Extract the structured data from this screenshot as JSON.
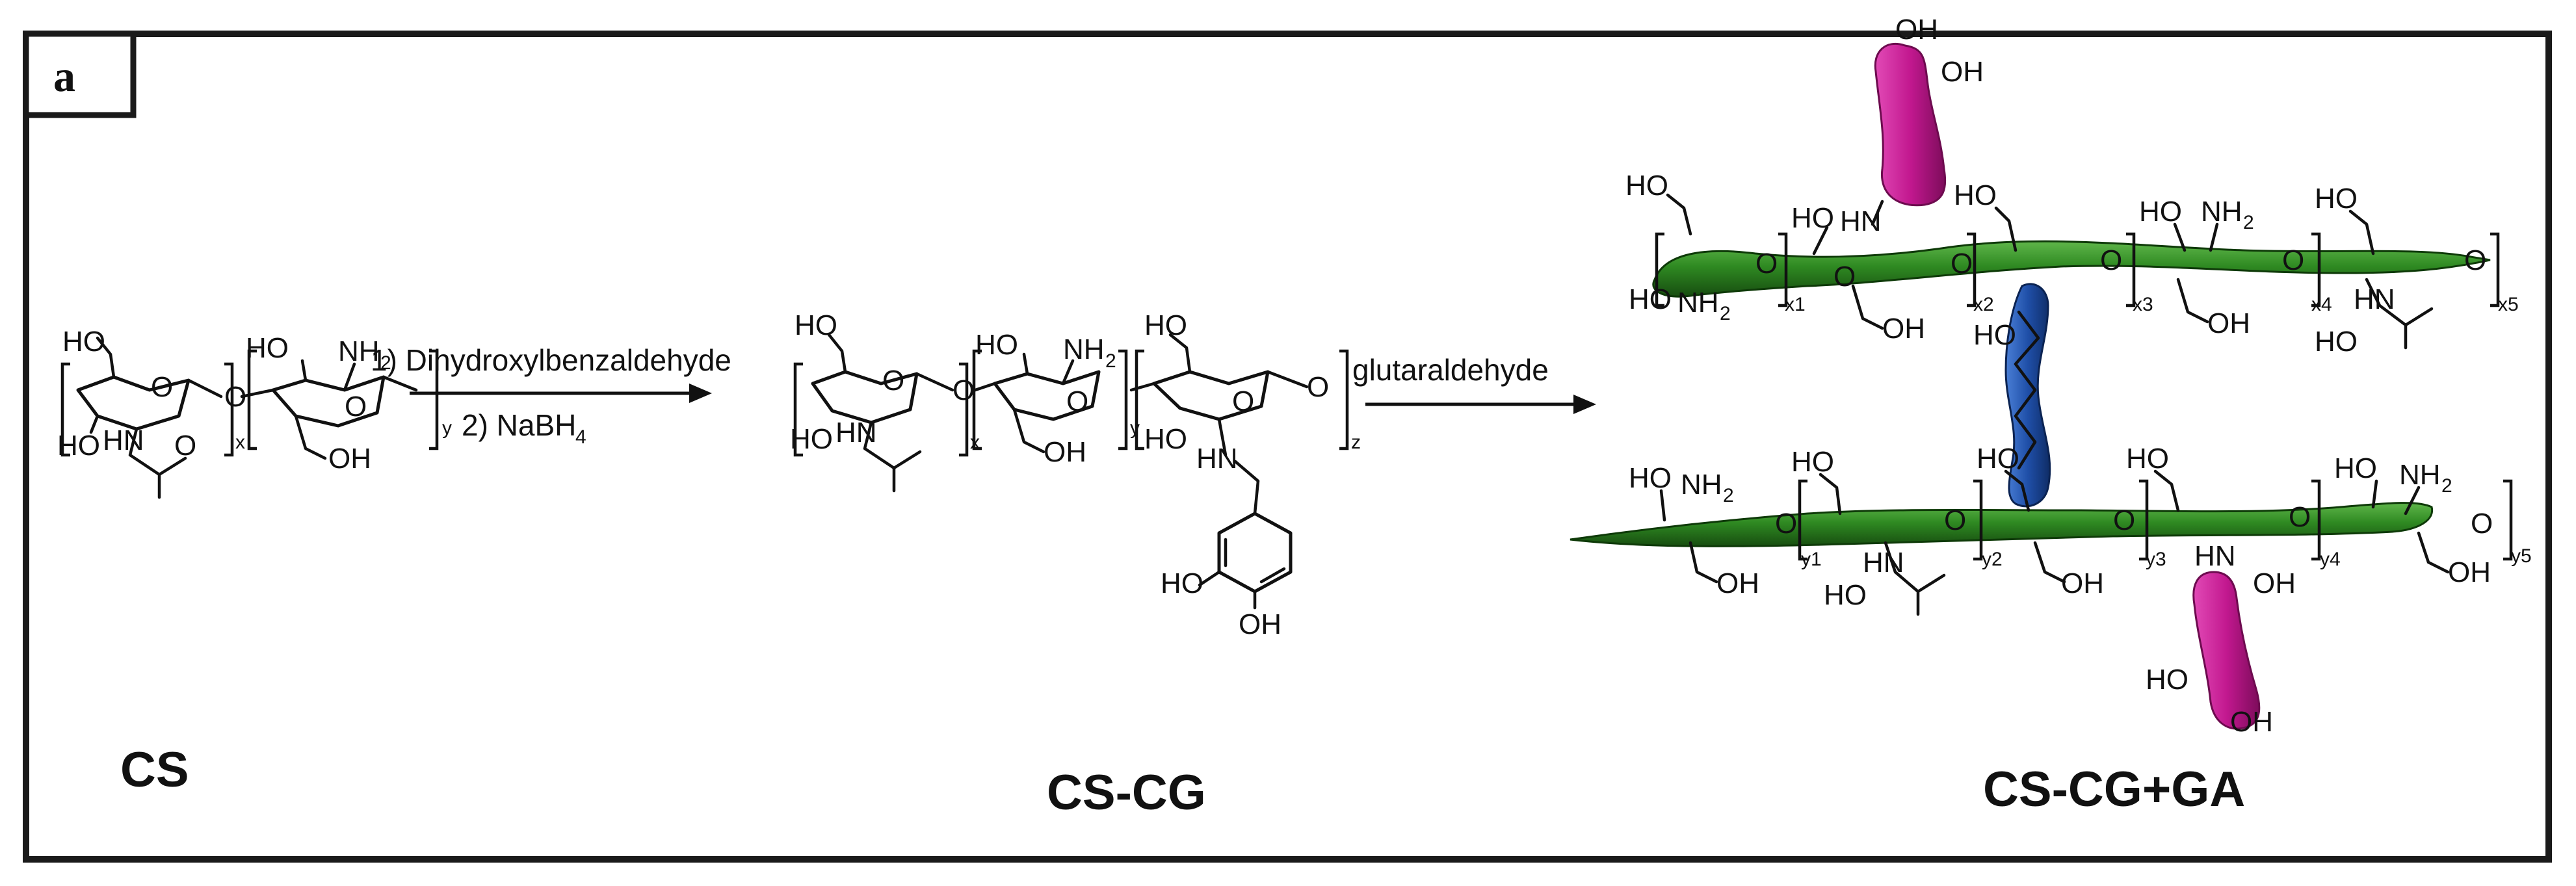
{
  "panel": {
    "label": "a"
  },
  "compounds": {
    "cs": "CS",
    "cscg": "CS-CG",
    "csga": "CS-CG+GA"
  },
  "reactions": {
    "step1_line1": "1) Dihydroxylbenzaldehyde",
    "step1_line2": "2) NaBH",
    "step1_sub": "4",
    "step2": "glutaraldehyde"
  },
  "cs": {
    "ho_top1": "HO",
    "ho_top2": "HO",
    "nh2": "NH",
    "nh2_sub": "2",
    "ho_left": "HO",
    "hn": "HN",
    "oh": "OH",
    "o1": "O",
    "o2": "O",
    "o3": "O",
    "o4": "O",
    "x": "x",
    "y": "y"
  },
  "cscg": {
    "ho_a": "HO",
    "ho_b": "HO",
    "nh2": "NH",
    "nh2_sub": "2",
    "ho_c": "HO",
    "ho_left": "HO",
    "hn": "HN",
    "oh": "OH",
    "ho_d": "HO",
    "hn2": "HN",
    "cat_ho": "HO",
    "cat_oh": "OH",
    "x": "x",
    "y": "y",
    "z": "z",
    "o1": "O",
    "o2": "O",
    "o3": "O",
    "o4": "O",
    "o5": "O"
  },
  "csga_top": {
    "ho1": "HO",
    "ho2": "HO",
    "hn": "HN",
    "ho3": "HO",
    "ho4": "HO",
    "nh2": "NH",
    "nh2_sub": "2",
    "ho5": "HO",
    "ho_b1": "HO",
    "nh2b": "NH",
    "nh2b_sub": "2",
    "oh1": "OH",
    "ho_b2": "HO",
    "oh2": "OH",
    "ho_b3": "HO",
    "hn2": "HN",
    "cat_oh1": "OH",
    "cat_oh2": "OH",
    "x1": "x1",
    "x2": "x2",
    "x3": "x3",
    "x4": "x4",
    "x5": "x5",
    "o1": "O",
    "o2": "O",
    "o3": "O",
    "o4": "O",
    "o5": "O",
    "o6": "O"
  },
  "csga_bottom": {
    "ho1": "HO",
    "nh2": "NH",
    "nh2_sub": "2",
    "ho2": "HO",
    "ho3": "HO",
    "ho4": "HO",
    "ho5": "HO",
    "nh2b": "NH",
    "nh2b_sub": "2",
    "oh1": "OH",
    "ho_b1": "HO",
    "hn": "HN",
    "oh2": "OH",
    "oh3": "OH",
    "hn2": "HN",
    "oh4": "OH",
    "cat_ho": "HO",
    "cat_oh": "OH",
    "y1": "y1",
    "y2": "y2",
    "y3": "y3",
    "y4": "y4",
    "y5": "y5",
    "o1": "O",
    "o2": "O",
    "o3": "O",
    "o4": "O",
    "o5": "O"
  },
  "colors": {
    "frame": "#1a1a1a",
    "green_dark": "#1f5a14",
    "green_light": "#3f9a2c",
    "magenta": "#c2188f",
    "blue": "#1f4fa8"
  }
}
